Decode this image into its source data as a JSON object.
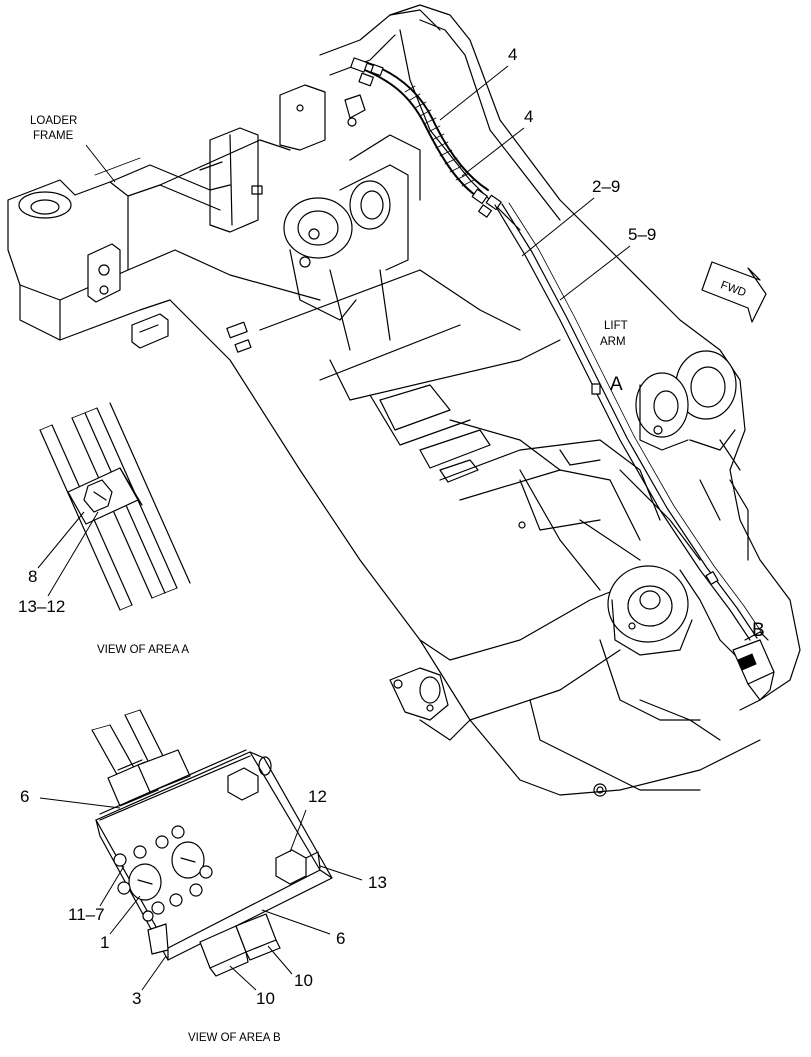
{
  "labels": {
    "loader_frame_line1": "LOADER",
    "loader_frame_line2": "FRAME",
    "lift_arm_line1": "LIFT",
    "lift_arm_line2": "ARM",
    "fwd": "FWD",
    "area_a": "A",
    "area_b": "B"
  },
  "callouts": {
    "c4_upper": "4",
    "c4_lower": "4",
    "c2_9": "2–9",
    "c5_9": "5–9",
    "c8": "8",
    "c13_12": "13–12",
    "c6_upper": "6",
    "c12": "12",
    "c13": "13",
    "c11_7": "11–7",
    "c1": "1",
    "c6_lower": "6",
    "c3": "3",
    "c10_right": "10",
    "c10_bottom": "10"
  },
  "captions": {
    "view_area_a": "VIEW OF AREA A",
    "view_area_b": "VIEW OF AREA B"
  }
}
